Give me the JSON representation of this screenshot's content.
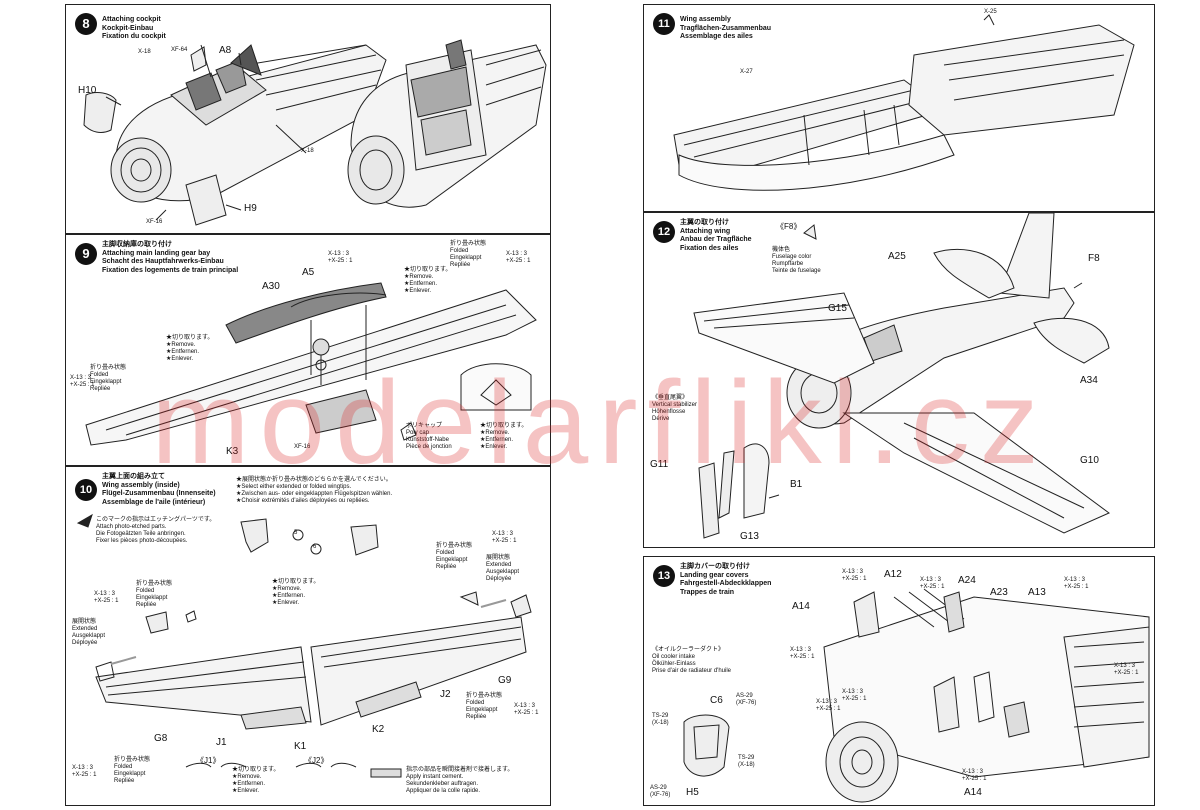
{
  "watermark": "modelarflikl.cz",
  "colors": {
    "watermark": "#dc2828"
  },
  "steps": {
    "s8": {
      "number": "8",
      "title": [
        "Attaching cockpit",
        "Kockpit-Einbau",
        "Fixation du cockpit"
      ],
      "labels": {
        "a8": "A8",
        "h10": "H10",
        "h9": "H9",
        "x18a": "X-18",
        "xf64": "XF-64",
        "x18b": "X-18",
        "xf16": "XF-16"
      }
    },
    "s9": {
      "number": "9",
      "title": [
        "主脚収納庫の取り付け",
        "Attaching main landing gear bay",
        "Schacht des Hauptfahrwerks-Einbau",
        "Fixation des logements de train principal"
      ],
      "labels": {
        "a5": "A5",
        "a30": "A30",
        "k3": "K3",
        "xf16": "XF-16"
      },
      "folded_left": [
        "折り畳み状態",
        "Folded",
        "Eingeklappt",
        "Repliée"
      ],
      "folded_right": [
        "折り畳み状態",
        "Folded",
        "Eingeklappt",
        "Repliée"
      ],
      "paint_left": [
        "X-13 : 3",
        "+X-25 : 1"
      ],
      "paint_right": [
        "X-13 : 3",
        "+X-25 : 1"
      ],
      "remove_top": [
        "★切り取ります。",
        "★Remove.",
        "★Entfernen.",
        "★Enlever."
      ],
      "remove_mid": [
        "★切り取ります。",
        "★Remove.",
        "★Entfernen.",
        "★Enlever."
      ],
      "polycap": [
        "ポリキャップ",
        "Poly cap",
        "Kunststoff-Nabe",
        "Pièce de jonction"
      ],
      "remove_bottom": [
        "★切り取ります。",
        "★Remove.",
        "★Entfernen.",
        "★Enlever."
      ]
    },
    "s10": {
      "number": "10",
      "title": [
        "主翼上面の組み立て",
        "Wing assembly (inside)",
        "Flügel-Zusammenbau (Innenseite)",
        "Assemblage de l'aile (intérieur)"
      ],
      "select_note": [
        "★展開状態か折り畳み状態のどちらかを選んでください。",
        "★Select either extended or folded wingtips.",
        "★Zwischen aus- oder eingeklappten Flügelspitzen wählen.",
        "★Choisir extrémités d'ailes déployées ou repliées."
      ],
      "photo_note": [
        "このマークの指示はエッチングパーツです。",
        "Attach photo-etched parts.",
        "Die Fotogeätzten Teile anbringen.",
        "Fixer les pièces photo-découpées."
      ],
      "labels": {
        "g8": "G8",
        "j1": "J1",
        "k1": "K1",
        "k2": "K2",
        "j2": "J2",
        "g9": "G9",
        "j1b": "《J1》",
        "j2b": "《J2》",
        "c5": "5",
        "c6": "6"
      },
      "paint_a": [
        "X-13 : 3",
        "+X-25 : 1"
      ],
      "paint_b": [
        "X-13 : 3",
        "+X-25 : 1"
      ],
      "paint_c": [
        "X-13 : 3",
        "+X-25 : 1"
      ],
      "paint_d": [
        "X-13 : 3",
        "+X-25 : 1"
      ],
      "folded_a": [
        "折り畳み状態",
        "Folded",
        "Eingeklappt",
        "Repliée"
      ],
      "folded_b": [
        "折り畳み状態",
        "Folded",
        "Eingeklappt",
        "Repliée"
      ],
      "folded_c": [
        "折り畳み状態",
        "Folded",
        "Eingeklappt",
        "Repliée"
      ],
      "folded_d": [
        "折り畳み状態",
        "Folded",
        "Eingeklappt",
        "Repliée"
      ],
      "extended_a": [
        "展開状態",
        "Extended",
        "Ausgeklappt",
        "Déployée"
      ],
      "extended_b": [
        "展開状態",
        "Extended",
        "Ausgeklappt",
        "Déployée"
      ],
      "remove_a": [
        "★切り取ります。",
        "★Remove.",
        "★Entfernen.",
        "★Enlever."
      ],
      "remove_b": [
        "★切り取ります。",
        "★Remove.",
        "★Entfernen.",
        "★Enlever."
      ],
      "glue_note": [
        "指示の部品を瞬間接着剤で接着します。",
        "Apply instant cement.",
        "Sekundenkleber auftragen.",
        "Appliquer de la colle rapide."
      ]
    },
    "s11": {
      "number": "11",
      "title": [
        "Wing assembly",
        "Tragflächen-Zusammenbau",
        "Assemblage des ailes"
      ],
      "labels": {
        "x25": "X-25",
        "x27": "X-27"
      }
    },
    "s12": {
      "number": "12",
      "title": [
        "主翼の取り付け",
        "Attaching wing",
        "Anbau der Tragfläche",
        "Fixation des ailes"
      ],
      "f8_bracket": "《F8》",
      "fuselage_color": [
        "機体色",
        "Fuselage color",
        "Rumpffarbe",
        "Teinte de fuselage"
      ],
      "labels": {
        "a25": "A25",
        "f8": "F8",
        "g15": "G15",
        "a34": "A34",
        "g11": "G11",
        "b1": "B1",
        "g13": "G13",
        "g10": "G10"
      },
      "vstab": [
        "《垂直尾翼》",
        "Vertical stabilizer",
        "Höhenflosse",
        "Dérive"
      ]
    },
    "s13": {
      "number": "13",
      "title": [
        "主脚カバーの取り付け",
        "Landing gear covers",
        "Fahrgestell-Abdeckklappen",
        "Trappes de train"
      ],
      "labels": {
        "a12": "A12",
        "a24": "A24",
        "a23": "A23",
        "a13": "A13",
        "a14a": "A14",
        "a14b": "A14",
        "c6": "C6",
        "h5": "H5"
      },
      "paints": {
        "p1": [
          "X-13 : 3",
          "+X-25 : 1"
        ],
        "p2": [
          "X-13 : 3",
          "+X-25 : 1"
        ],
        "p3": [
          "X-13 : 3",
          "+X-25 : 1"
        ],
        "p4": [
          "X-13 : 3",
          "+X-25 : 1"
        ],
        "p5": [
          "X-13 : 3",
          "+X-25 : 1"
        ],
        "p6": [
          "X-13 : 3",
          "+X-25 : 1"
        ],
        "p7": [
          "X-13 : 3",
          "+X-25 : 1"
        ],
        "p8": [
          "X-13 : 3",
          "+X-25 : 1"
        ]
      },
      "oil_cooler": [
        "《オイルクーラーダクト》",
        "Oil cooler intake",
        "Ölkühler-Einlass",
        "Prise d'air de radiateur d'huile"
      ],
      "as29a": [
        "AS-29",
        "(XF-76)"
      ],
      "ts29a": [
        "TS-29",
        "(X-18)"
      ],
      "ts29b": [
        "TS-29",
        "(X-18)"
      ],
      "as29b": [
        "AS-29",
        "(XF-76)"
      ]
    }
  }
}
